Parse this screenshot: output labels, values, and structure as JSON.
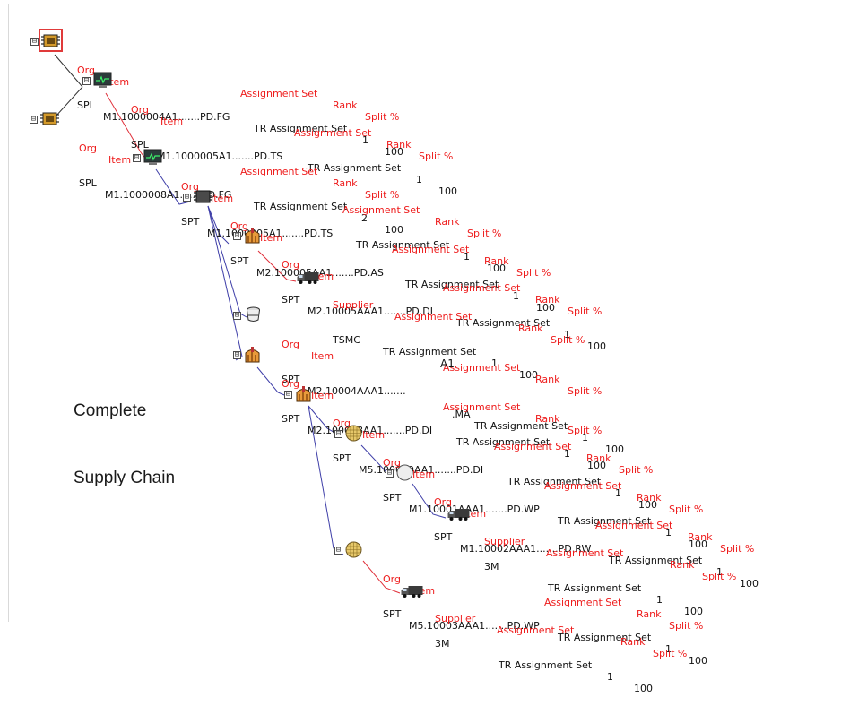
{
  "caption": {
    "line1": "Complete",
    "line2": "Supply Chain"
  },
  "colors": {
    "header_text": "#ee1c1c",
    "value_text": "#111111",
    "line_red": "#e0303a",
    "line_blue": "#3e3ea8",
    "line_dark": "#333333"
  },
  "nodes": [
    {
      "id": "n1",
      "icon": "chip-gold-icon",
      "selected": true,
      "h1": "Org",
      "h2": "Item",
      "h3": "Assignment Set",
      "h4": "Rank",
      "h5": "Split %",
      "v1": "SPL",
      "v2": "M1.1000004A1.......PD.FG",
      "v3": "TR Assignment Set",
      "v4": "1",
      "v5": "100"
    },
    {
      "id": "n2",
      "icon": "monitor-icon",
      "h1": "Org",
      "h2": "Item",
      "h3": "Assignment Set",
      "h4": "Rank",
      "h5": "Split %",
      "v1": "SPL",
      "v2": "M1.1000005A1.......PD.TS",
      "v3": "TR Assignment Set",
      "v4": "1",
      "v5": "100"
    },
    {
      "id": "n3",
      "icon": "chip-gold-icon",
      "h1": "Org",
      "h2": "Item",
      "h3": "Assignment Set",
      "h4": "Rank",
      "h5": "Split %",
      "v1": "SPL",
      "v2": "M1.1000008A1.......PD.FG",
      "v3": "TR Assignment Set",
      "v4": "2",
      "v5": "100"
    },
    {
      "id": "n4",
      "icon": "monitor-icon",
      "h1": "Org",
      "h2": "Item",
      "h3": "Assignment Set",
      "h4": "Rank",
      "h5": "Split %",
      "v1": "SPT",
      "v2": "M1.1000005A1.......PD.TS",
      "v3": "TR Assignment Set",
      "v4": "1",
      "v5": "100"
    },
    {
      "id": "n5",
      "icon": "chip-dark-icon",
      "h1": "Org",
      "h2": "Item",
      "h3": "Assignment Set",
      "h4": "Rank",
      "h5": "Split %",
      "v1": "SPT",
      "v2": "M2.100005AA1.......PD.AS",
      "v3": "TR Assignment Set",
      "v4": "1",
      "v5": "100"
    },
    {
      "id": "n6",
      "icon": "plant-icon",
      "h1": "Org",
      "h2": "Item",
      "h3": "Assignment Set",
      "h4": "Rank",
      "h5": "Split %",
      "v1": "SPT",
      "v2": "M2.10005AAA1.......PD.DI",
      "v3": "TR Assignment Set",
      "v4": "1",
      "v5": "100"
    },
    {
      "id": "n7",
      "icon": "truck-icon",
      "type": "supplier",
      "h1": "Supplier",
      "h2": "Assignment Set",
      "h3": "Rank",
      "h4": "Split %",
      "v1": "TSMC",
      "v2": "TR Assignment Set",
      "v3": "1",
      "v4": "100"
    },
    {
      "id": "n8",
      "icon": "tank-icon",
      "h1": "Org",
      "h2": "Item",
      "h3": "Assignment Set",
      "h4": "Rank",
      "h5": "Split %",
      "v1": "SPT",
      "v2": "M2.10004AAA1.......",
      "v2b": "A1",
      "v2c": ".MA",
      "v3": "TR Assignment Set",
      "v4": "1",
      "v5": "100"
    },
    {
      "id": "n9",
      "icon": "plant-icon",
      "h1": "Org",
      "h2": "Item",
      "h3": "Assignment Set",
      "h4": "Rank",
      "h5": "Split %",
      "v1": "SPT",
      "v2": "M2.100008AA1.......PD.DI",
      "v3": "TR Assignment Set",
      "v4": "1",
      "v5": "100"
    },
    {
      "id": "n10",
      "icon": "plant-icon",
      "h1": "Org",
      "h2": "Item",
      "h3": "Assignment Set",
      "h4": "Rank",
      "h5": "Split %",
      "v1": "SPT",
      "v2": "M5.100009AA1.......PD.DI",
      "v3": "TR Assignment Set",
      "v4": "1",
      "v5": "100"
    },
    {
      "id": "n11",
      "icon": "wafer-icon",
      "h1": "Org",
      "h2": "Item",
      "h3": "Assignment Set",
      "h4": "Rank",
      "h5": "Split %",
      "v1": "SPT",
      "v2": "M1.10001AAA1.......PD.WP",
      "v3": "TR Assignment Set",
      "v4": "1",
      "v5": "100"
    },
    {
      "id": "n12",
      "icon": "raw-wafer-icon",
      "h1": "Org",
      "h2": "Item",
      "h3": "Assignment Set",
      "h4": "Rank",
      "h5": "Split %",
      "v1": "SPT",
      "v2": "M1.10002AAA1.......PD.RW",
      "v3": "TR Assignment Set",
      "v4": "1",
      "v5": "100"
    },
    {
      "id": "n13",
      "icon": "truck-icon",
      "type": "supplier",
      "h1": "Supplier",
      "h2": "Assignment Set",
      "h3": "Rank",
      "h4": "Split %",
      "v1": "3M",
      "v2": "TR Assignment Set",
      "v3": "1",
      "v4": "100"
    },
    {
      "id": "n14",
      "icon": "wafer-icon",
      "h1": "Org",
      "h2": "Item",
      "h3": "Assignment Set",
      "h4": "Rank",
      "h5": "Split %",
      "v1": "SPT",
      "v2": "M5.10003AAA1.......PD.WP",
      "v3": "TR Assignment Set",
      "v4": "1",
      "v5": "100"
    },
    {
      "id": "n15",
      "icon": "truck-icon",
      "type": "supplier",
      "h1": "Supplier",
      "h2": "Assignment Set",
      "h3": "Rank",
      "h4": "Split %",
      "v1": "3M",
      "v2": "TR Assignment Set",
      "v3": "1",
      "v4": "100"
    }
  ]
}
